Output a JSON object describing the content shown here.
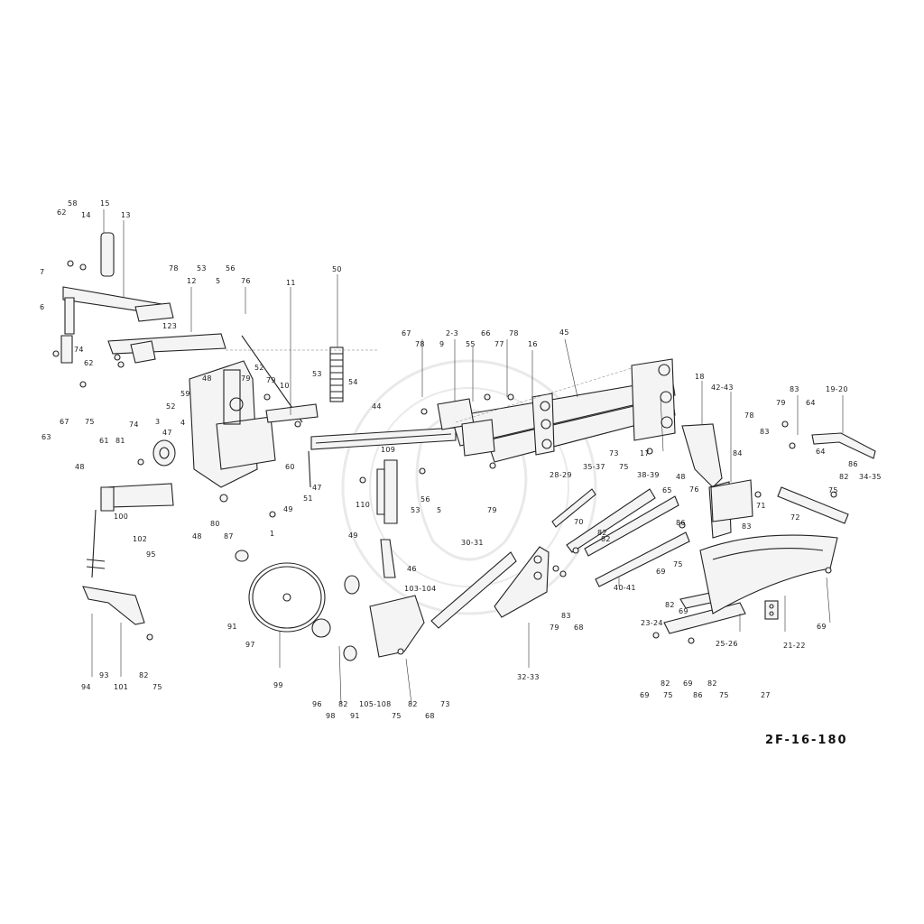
{
  "drawing": {
    "reference": "2F-16-180",
    "labels": [
      "58",
      "14",
      "15",
      "13",
      "62",
      "7",
      "6",
      "78",
      "53",
      "56",
      "76",
      "12",
      "5",
      "123",
      "74",
      "62",
      "79",
      "52",
      "11",
      "50",
      "63",
      "67",
      "75",
      "74",
      "52",
      "59",
      "4",
      "48",
      "49",
      "3",
      "47",
      "61",
      "81",
      "79",
      "10",
      "60",
      "53",
      "54",
      "51",
      "47",
      "48",
      "100",
      "102",
      "80",
      "87",
      "48",
      "1",
      "49",
      "95",
      "91",
      "97",
      "96",
      "98",
      "93",
      "94",
      "101",
      "82",
      "75",
      "99",
      "82",
      "91",
      "105-108",
      "109",
      "110",
      "53",
      "56",
      "5",
      "46",
      "103-104",
      "75",
      "82",
      "68",
      "73",
      "45",
      "44",
      "67",
      "78",
      "9",
      "2-3",
      "55",
      "66",
      "77",
      "78",
      "16",
      "79",
      "30-31",
      "32-33",
      "28-29",
      "73",
      "35-37",
      "75",
      "82",
      "70",
      "82",
      "38-39",
      "17",
      "65",
      "40-41",
      "79",
      "83",
      "68",
      "18",
      "42-43",
      "48",
      "76",
      "86",
      "75",
      "69",
      "82",
      "23-24",
      "82",
      "69",
      "69",
      "75",
      "69",
      "86",
      "82",
      "75",
      "25-26",
      "27",
      "21-22",
      "69",
      "84",
      "83",
      "78",
      "79",
      "83",
      "64",
      "19-20",
      "64",
      "75",
      "86",
      "82",
      "34-35",
      "71",
      "72",
      "83"
    ]
  }
}
